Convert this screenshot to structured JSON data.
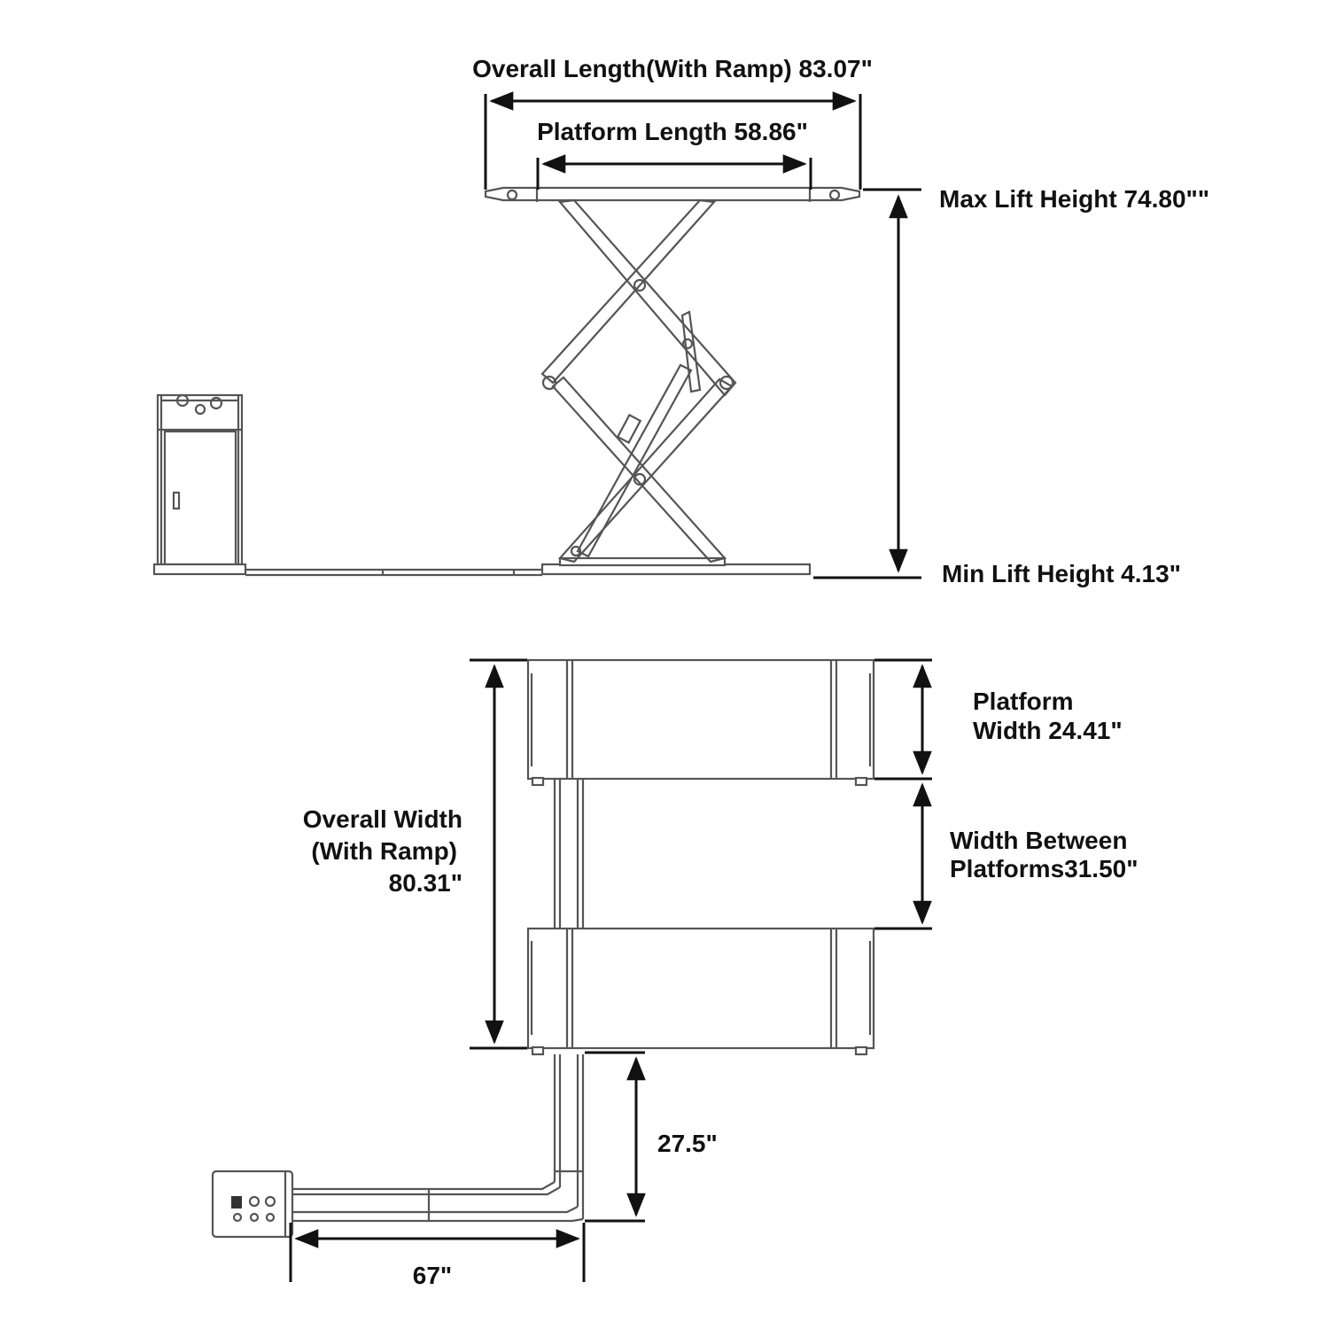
{
  "colors": {
    "ink": "#111111",
    "part": "#555555",
    "background": "#ffffff"
  },
  "side_view": {
    "overall_length": "Overall Length(With Ramp) 83.07\"",
    "platform_length": "Platform Length  58.86\"",
    "max_lift_height": "Max Lift Height  74.80\"\"",
    "min_lift_height": "Min Lift Height 4.13\""
  },
  "top_view": {
    "platform_width": [
      "Platform",
      "Width 24.41\""
    ],
    "width_between": [
      "Width Between",
      "Platforms31.50\""
    ],
    "overall_width": [
      "Overall Width",
      "(With Ramp)",
      "80.31\""
    ],
    "hose_run_vertical": "27.5\"",
    "hose_run_horizontal": "67\""
  }
}
